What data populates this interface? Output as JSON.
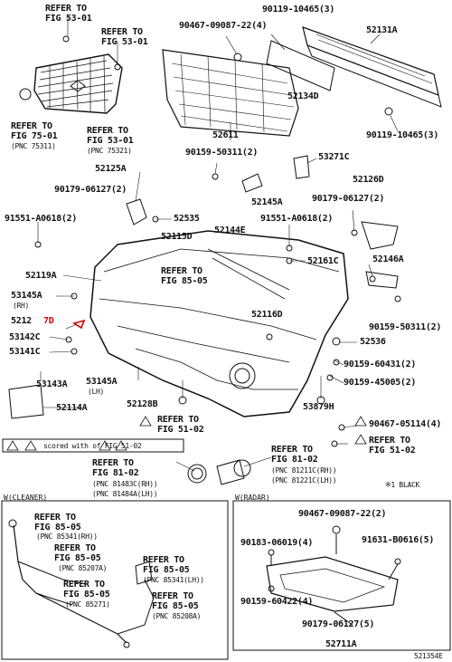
{
  "labels": {
    "ref_53_01_a": "REFER TO",
    "ref_53_01_a2": "FIG 53-01",
    "ref_53_01_b": "REFER TO",
    "ref_53_01_b2": "FIG 53-01",
    "p90119_10465_3": "90119-10465(3)",
    "p90467_09087_22_4": "90467-09087-22(4)",
    "p52131A": "52131A",
    "p52134D": "52134D",
    "p90119_10465_3b": "90119-10465(3)",
    "ref_75_01": "REFER TO",
    "ref_75_01b": "FIG 75-01",
    "pnc_75311": "(PNC 75311)",
    "ref_53_01_c": "REFER TO",
    "ref_53_01_c2": "FIG 53-01",
    "pnc_75321": "(PNC 75321)",
    "p52611": "52611",
    "p90159_50311_2": "90159-50311(2)",
    "p53271C": "53271C",
    "p52125A": "52125A",
    "p52126D": "52126D",
    "p90179_06127_2a": "90179-06127(2)",
    "p52145A": "52145A",
    "p90179_06127_2b": "90179-06127(2)",
    "p91551_A0618_2a": "91551-A0618(2)",
    "p52535": "52535",
    "p91551_A0618_2b": "91551-A0618(2)",
    "p52144E": "52144E",
    "p52115D": "52115D",
    "p52161C": "52161C",
    "p52146A": "52146A",
    "p52119A": "52119A",
    "ref_85_05_a": "REFER TO",
    "ref_85_05_a2": "FIG 85-05",
    "p53145A_rh": "53145A",
    "rh": "(RH)",
    "p52127D_1": "5212",
    "p52127D_2": "7D",
    "p52116D": "52116D",
    "p90159_50311_2b": "90159-50311(2)",
    "p53142C": "53142C",
    "p52536": "52536",
    "p53141C": "53141C",
    "p90159_60431_2": "90159-60431(2)",
    "p53143A": "53143A",
    "p53145A_lh": "53145A",
    "lh": "(LH)",
    "p90159_45005_2": "90159-45005(2)",
    "p52114A": "52114A",
    "p52128B": "52128B",
    "p53879H": "53879H",
    "ref_51_02_a": "REFER TO",
    "ref_51_02_a2": "FIG 51-02",
    "p90467_05114_4": "90467-05114(4)",
    "caution": "scored with   of FIG 51-02",
    "ref_51_02_b": "REFER TO",
    "ref_51_02_b2": "FIG 51-02",
    "ref_81_02_a": "REFER TO",
    "ref_81_02_a2": "FIG 81-02",
    "pnc_81483C": "(PNC 81483C(RH))",
    "pnc_81484A": "(PNC 81484A(LH))",
    "ref_81_02_b": "REFER TO",
    "ref_81_02_b2": "FIG 81-02",
    "pnc_81211C": "(PNC 81211C(RH))",
    "pnc_81221C": "(PNC 81221C(LH))",
    "black_note": "※1 BLACK",
    "sec_cleaner": "W(CLEANER)",
    "sec_radar": "W(RADAR)",
    "cl_ref1": "REFER TO",
    "cl_ref1b": "FIG 85-05",
    "cl_pnc1": "(PNC 85341(RH))",
    "cl_ref2": "REFER TO",
    "cl_ref2b": "FIG 85-05",
    "cl_pnc2": "(PNC 85207A)",
    "cl_ref3": "REFER TO",
    "cl_ref3b": "FIG 85-05",
    "cl_pnc3": "(PNC 85341(LH))",
    "cl_ref4": "REFER TO",
    "cl_ref4b": "FIG 85-05",
    "cl_pnc4": "(PNC 85271)",
    "cl_ref5": "REFER TO",
    "cl_ref5b": "FIG 85-05",
    "cl_pnc5": "(PNC 85208A)",
    "rd_90467": "90467-09087-22(2)",
    "rd_90183": "90183-06019(4)",
    "rd_91631": "91631-B0616(5)",
    "rd_90159": "90159-60422(4)",
    "rd_90179": "90179-06127(5)",
    "rd_52711A": "52711A",
    "fig_code": "521354E"
  },
  "colors": {
    "ink": "#111111",
    "highlight": "#d40000"
  }
}
